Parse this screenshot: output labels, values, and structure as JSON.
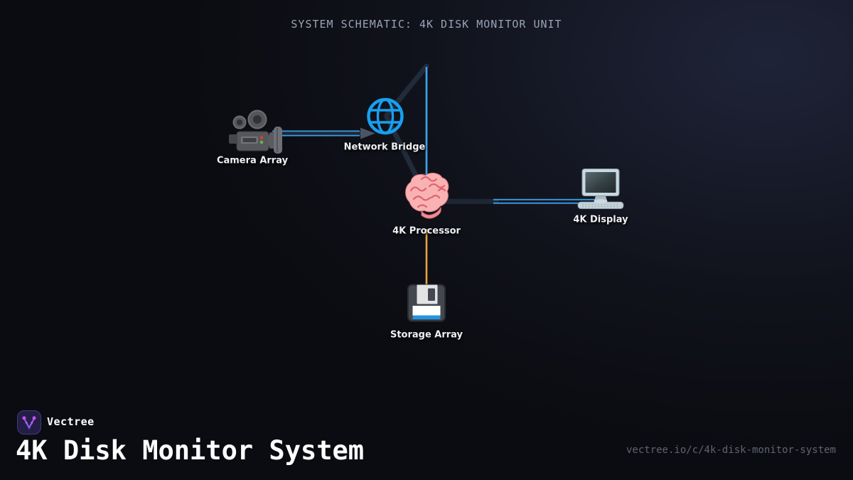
{
  "page_title": "SYSTEM SCHEMATIC: 4K DISK MONITOR UNIT",
  "diagram": {
    "nodes": [
      {
        "id": "camera-array",
        "label": "Camera Array",
        "icon": "movie-camera-icon"
      },
      {
        "id": "network-bridge",
        "label": "Network Bridge",
        "icon": "globe-with-meridians-icon"
      },
      {
        "id": "4k-processor",
        "label": "4K Processor",
        "icon": "brain-icon"
      },
      {
        "id": "4k-display",
        "label": "4K Display",
        "icon": "desktop-computer-icon"
      },
      {
        "id": "storage-array",
        "label": "Storage Array",
        "icon": "floppy-disk-icon"
      }
    ],
    "edges": [
      {
        "from": "Camera Array",
        "to": "Network Bridge",
        "color": "#3b9fe8",
        "style": "arrow"
      },
      {
        "from": "Network Bridge",
        "to": "4K Processor",
        "color": "#222b3a",
        "style": "arrow"
      },
      {
        "from": "4K Processor",
        "to": "4K Display",
        "color": "#3b9fe8",
        "style": "line"
      },
      {
        "from": "4K Processor",
        "to": "Storage Array",
        "color": "#e7a43c",
        "style": "line"
      }
    ]
  },
  "footer": {
    "brand": "Vectree",
    "product_title": "4K Disk Monitor System",
    "url": "vectree.io/c/4k-disk-monitor-system"
  },
  "colors": {
    "background": "#0b0c11",
    "edge_blue": "#3b9fe8",
    "edge_dark": "#222b3a",
    "edge_orange": "#e7a43c",
    "arrowhead": "#4a5464",
    "globe_blue": "#17a0f0",
    "title_text": "#9aa4b6",
    "label_text": "#eef0f3",
    "url_text": "#5e6570",
    "brand_purple": "#7c62f2",
    "brand_magenta": "#cf4ef2"
  }
}
